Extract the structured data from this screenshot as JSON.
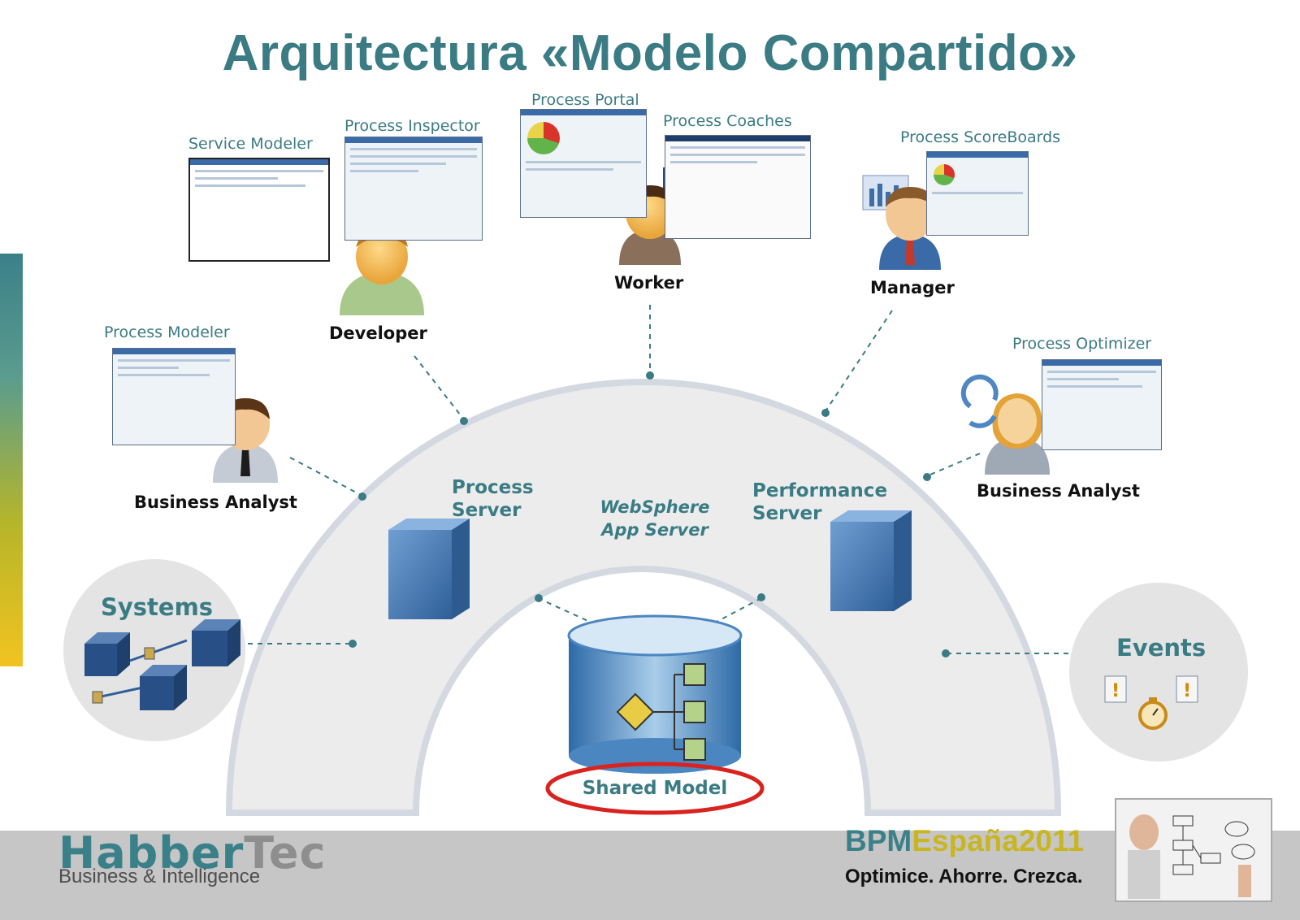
{
  "title": "Arquitectura «Modelo Compartido»",
  "tools": {
    "service_modeler": "Service Modeler",
    "process_inspector": "Process Inspector",
    "process_portal": "Process Portal",
    "process_coaches": "Process Coaches",
    "process_scoreboards": "Process ScoreBoards",
    "process_modeler": "Process Modeler",
    "process_optimizer": "Process Optimizer"
  },
  "roles": {
    "developer": "Developer",
    "worker": "Worker",
    "manager": "Manager",
    "business_analyst_left": "Business Analyst",
    "business_analyst_right": "Business Analyst"
  },
  "servers": {
    "process_server": [
      "Process",
      "Server"
    ],
    "performance_server": [
      "Performance",
      "Server"
    ],
    "websphere": [
      "WebSphere",
      "App Server"
    ]
  },
  "shared_model": "Shared Model",
  "systems": "Systems",
  "events": "Events",
  "footer": {
    "logo_habber": "Habber",
    "logo_tec": "Tec",
    "logo_sub": "Business & Intelligence",
    "bpm": "BPM",
    "espana": "España",
    "year": "2011",
    "slogan": "Optimice. Ahorre. Crezca."
  },
  "colors": {
    "teal": "#3a7b84",
    "arc_fill": "#ececec",
    "arc_stroke": "#d4d9e1",
    "server_blue": "#4f82bd",
    "highlight_red": "#d9231f",
    "gold": "#c9b520"
  }
}
